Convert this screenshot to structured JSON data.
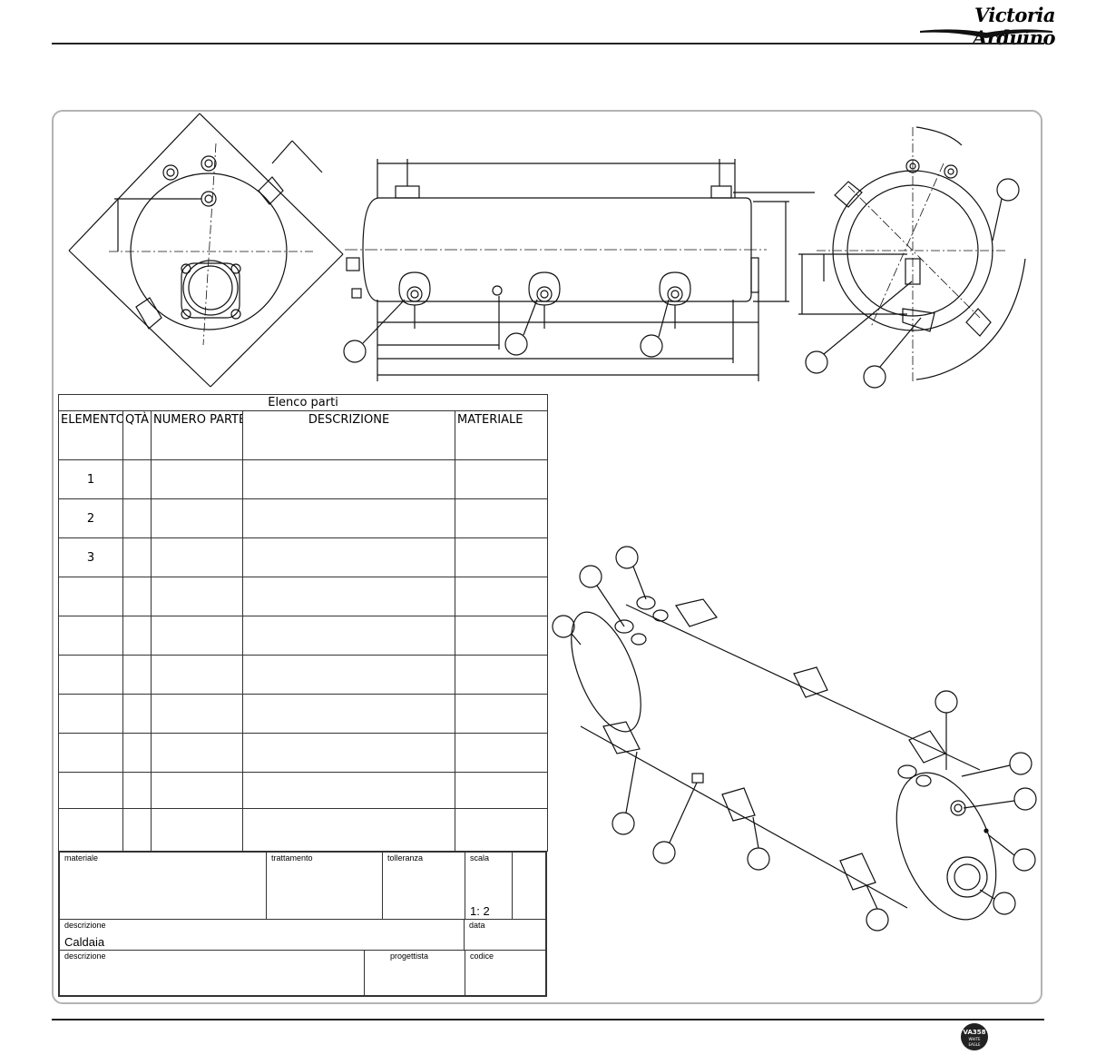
{
  "header": {
    "brand": "Victoria Arduino"
  },
  "parts_list": {
    "title": "Elenco parti",
    "columns": [
      "ELEMENTO",
      "QTÀ",
      "NUMERO PARTE",
      "DESCRIZIONE",
      "MATERIALE"
    ],
    "rows": [
      {
        "elemento": "1",
        "qta": "",
        "numero_parte": "",
        "descrizione": "",
        "materiale": ""
      },
      {
        "elemento": "2",
        "qta": "",
        "numero_parte": "",
        "descrizione": "",
        "materiale": ""
      },
      {
        "elemento": "3",
        "qta": "",
        "numero_parte": "",
        "descrizione": "",
        "materiale": ""
      },
      {
        "elemento": "",
        "qta": "",
        "numero_parte": "",
        "descrizione": "",
        "materiale": ""
      },
      {
        "elemento": "",
        "qta": "",
        "numero_parte": "",
        "descrizione": "",
        "materiale": ""
      },
      {
        "elemento": "",
        "qta": "",
        "numero_parte": "",
        "descrizione": "",
        "materiale": ""
      },
      {
        "elemento": "",
        "qta": "",
        "numero_parte": "",
        "descrizione": "",
        "materiale": ""
      },
      {
        "elemento": "",
        "qta": "",
        "numero_parte": "",
        "descrizione": "",
        "materiale": ""
      },
      {
        "elemento": "",
        "qta": "",
        "numero_parte": "",
        "descrizione": "",
        "materiale": ""
      },
      {
        "elemento": "",
        "qta": "",
        "numero_parte": "",
        "descrizione": "",
        "materiale": ""
      }
    ]
  },
  "title_block": {
    "materiale_label": "materiale",
    "trattamento_label": "trattamento",
    "tolleranza_label": "tolleranza",
    "scala_label": "scala",
    "scala_value": "1: 2",
    "descrizione_label": "descrizione",
    "descrizione_value": "Caldaia",
    "data_label": "data",
    "descrizione2_label": "descrizione",
    "progettista_label": "progettista",
    "codice_label": "codice"
  },
  "footer": {
    "badge_top": "VA358",
    "badge_mid": "WHITE",
    "badge_bottom": "EAGLE"
  }
}
